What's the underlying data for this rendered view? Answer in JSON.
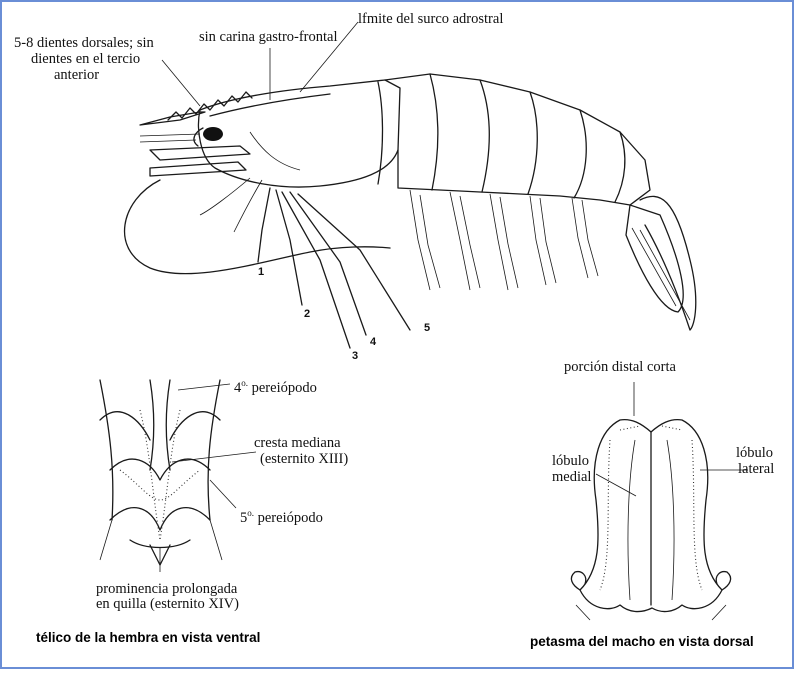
{
  "shrimp": {
    "labels": {
      "dorsal_teeth": [
        "5-8 dientes dorsales; sin",
        "dientes en el tercio",
        "anterior"
      ],
      "no_carina": "sin carina gastro-frontal",
      "adrostral_limit": "lfmite del surco adrostral"
    },
    "leg_numbers": [
      "1",
      "2",
      "3",
      "4",
      "5"
    ]
  },
  "thelycum": {
    "labels": {
      "pereiopod_4": "4",
      "pereiopod_4_sup": "o.",
      "pereiopod_4_text": "pereiópodo",
      "median_crest": [
        "cresta mediana",
        "(esternito XIII)"
      ],
      "pereiopod_5": "5",
      "pereiopod_5_sup": "o.",
      "pereiopod_5_text": "pereiópodo",
      "keel": [
        "prominencia prolongada",
        "en quilla (esternito XIV)"
      ]
    },
    "caption": "télico de la hembra en vista ventral"
  },
  "petasma": {
    "labels": {
      "distal": "porción distal corta",
      "medial": [
        "lóbulo",
        "medial"
      ],
      "lateral": [
        "lóbulo",
        "lateral"
      ]
    },
    "caption": "petasma del macho en vista dorsal"
  }
}
